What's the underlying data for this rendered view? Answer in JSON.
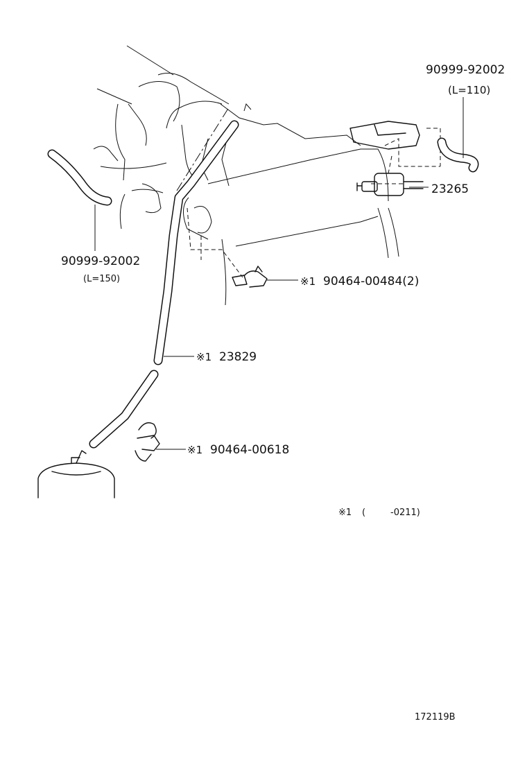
{
  "callouts": {
    "hose_top_right": {
      "part_no": "90999-92002",
      "length": "(L=110)"
    },
    "hose_left": {
      "part_no": "90999-92002",
      "length": "(L=150)"
    },
    "vsv": {
      "part_no": "23265"
    },
    "clip_upper": {
      "mark": "※1",
      "part_no": "90464-00484(2)"
    },
    "hose_long": {
      "mark": "※1",
      "part_no": "23829"
    },
    "clip_lower": {
      "mark": "※1",
      "part_no": "90464-00618"
    }
  },
  "footnote": {
    "mark": "※1",
    "open_paren": "(",
    "range": "-0211)"
  },
  "drawing_code": "172119B"
}
